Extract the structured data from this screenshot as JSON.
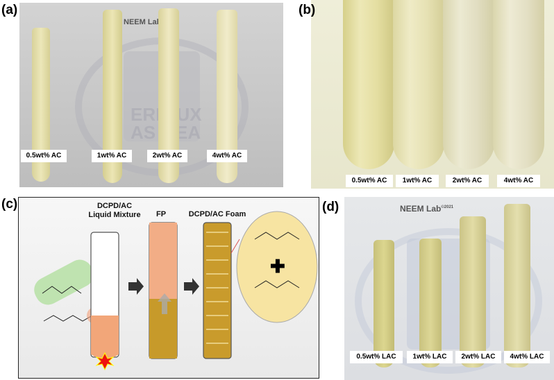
{
  "panels": {
    "a": {
      "letter": "(a)",
      "brand": "NEEM Lab",
      "brand_sup": "©",
      "labels": [
        "0.5wt% AC",
        "1wt% AC",
        "2wt% AC",
        "4wt% AC"
      ]
    },
    "b": {
      "letter": "(b)",
      "labels": [
        "0.5wt% AC",
        "1wt% AC",
        "2wt% AC",
        "4wt% AC"
      ]
    },
    "c": {
      "letter": "(c)",
      "stage1": "DCPD/AC\nLiquid Mixture",
      "stage2": "FP",
      "stage3": "DCPD/AC Foam"
    },
    "d": {
      "letter": "(d)",
      "brand": "NEEM Lab",
      "brand_sup": "©2021",
      "labels": [
        "0.5wt% LAC",
        "1wt% LAC",
        "2wt% LAC",
        "4wt% LAC"
      ]
    }
  },
  "colors": {
    "photo_bg_a": "#c9c9c9",
    "tube_light_yellow": "#e8e3b2",
    "tube_cream": "#ede9cf",
    "foam_gold": "#c79a2a",
    "liquid_orange": "#f2a679",
    "tube_olive": "#cfc98a"
  }
}
